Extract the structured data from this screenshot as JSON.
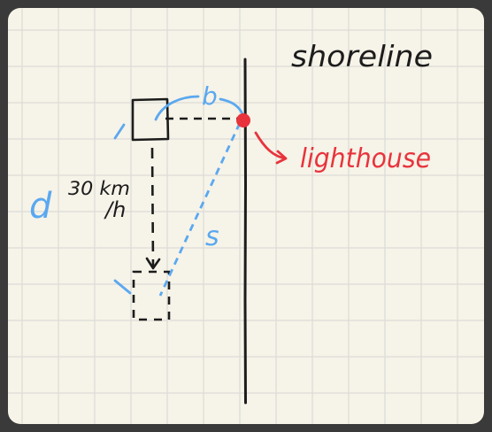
{
  "labels": {
    "shoreline": "shoreline",
    "lighthouse": "lighthouse",
    "b": "b",
    "s": "s",
    "d": "d",
    "speed_top": "30 km",
    "speed_bottom": "/h"
  },
  "colors": {
    "paper": "#f6f3e8",
    "grid": "#dcdcd6",
    "ink": "#1c1c1c",
    "blue": "#5aa8f0",
    "red": "#e8333c"
  }
}
